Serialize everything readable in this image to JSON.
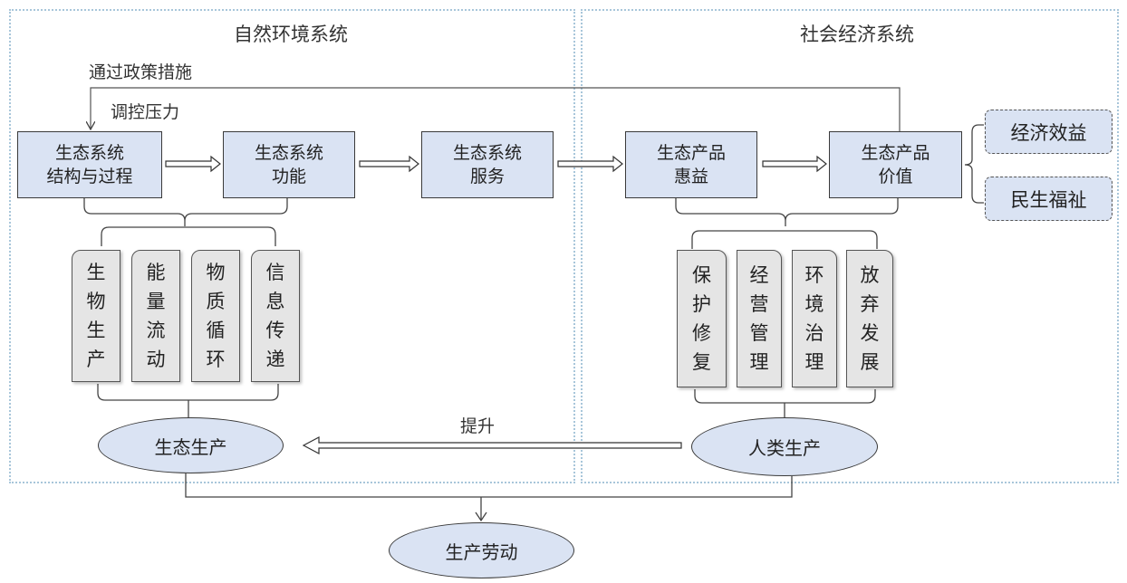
{
  "regions": {
    "natural": "自然环境系统",
    "social": "社会经济系统"
  },
  "feedback": {
    "line1": "通过政策措施",
    "line2": "调控压力"
  },
  "boxes": {
    "structure": [
      "生态系统",
      "结构与过程"
    ],
    "function": [
      "生态系统",
      "功能"
    ],
    "service": [
      "生态系统",
      "服务"
    ],
    "benefit": [
      "生态产品",
      "惠益"
    ],
    "value": [
      "生态产品",
      "价值"
    ]
  },
  "outcomes": {
    "economic": "经济效益",
    "welfare": "民生福祉"
  },
  "eco_processes": [
    [
      "生",
      "物",
      "生",
      "产"
    ],
    [
      "能",
      "量",
      "流",
      "动"
    ],
    [
      "物",
      "质",
      "循",
      "环"
    ],
    [
      "信",
      "息",
      "传",
      "递"
    ]
  ],
  "human_actions": [
    [
      "保",
      "护",
      "修",
      "复"
    ],
    [
      "经",
      "营",
      "管",
      "理"
    ],
    [
      "环",
      "境",
      "治",
      "理"
    ],
    [
      "放",
      "弃",
      "发",
      "展"
    ]
  ],
  "ellipses": {
    "eco_production": "生态生产",
    "human_production": "人类生产",
    "labor": "生产劳动"
  },
  "arrow_label": "提升",
  "colors": {
    "box_fill": "#dae3f3",
    "tab_fill": "#e5e5e5",
    "region_border": "#a8c6da",
    "line": "#444444"
  }
}
